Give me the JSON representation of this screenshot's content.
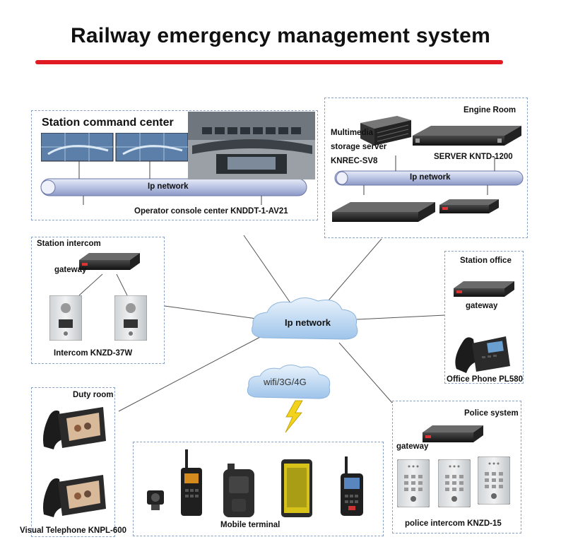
{
  "title": "Railway emergency management system",
  "colors": {
    "accent_red": "#e01b24",
    "panel_border": "#8aa3c4",
    "pipe": "#c6cfe8",
    "cloud": "#bcd7f2"
  },
  "station_command": {
    "heading": "Station command center",
    "ip_network": "Ip network",
    "console_label": "Operator console center KNDDT-1-AV21"
  },
  "engine_room": {
    "heading": "Engine Room",
    "storage_label_1": "Multimedia",
    "storage_label_2": "storage server",
    "storage_label_3": "KNREC-SV8",
    "server_label": "SERVER KNTD-1200",
    "ip_network": "Ip network"
  },
  "station_intercom": {
    "heading": "Station intercom",
    "gateway": "gateway",
    "device_label": "Intercom KNZD-37W"
  },
  "station_office": {
    "heading": "Station office",
    "gateway": "gateway",
    "device_label": "Office Phone PL580"
  },
  "duty_room": {
    "heading": "Duty room",
    "device_label": "Visual Telephone KNPL-600"
  },
  "police_system": {
    "heading": "Police system",
    "gateway": "gateway",
    "device_label": "police intercom KNZD-15"
  },
  "mobile": {
    "device_label": "Mobile terminal"
  },
  "center_cloud": "Ip network",
  "wireless_cloud": "wifi/3G/4G",
  "icons": [
    "server-icon",
    "gateway-icon",
    "intercom-panel-icon",
    "desk-phone-icon",
    "video-phone-icon",
    "walkie-talkie-icon",
    "rugged-phone-icon",
    "cloud-icon",
    "lightning-icon"
  ]
}
